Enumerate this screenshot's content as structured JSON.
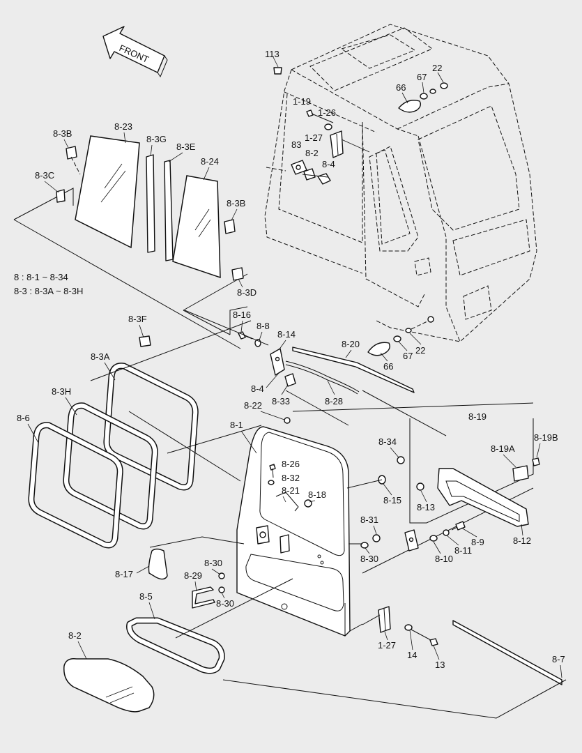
{
  "orientation": {
    "arrow_label": "FRONT"
  },
  "legend_notes": [
    "8 : 8-1 ~ 8-34",
    "8-3 : 8-3A ~ 8-3H"
  ],
  "callouts": {
    "c113": "113",
    "c66a": "66",
    "c67a": "67",
    "c22a": "22",
    "c119": "1-19",
    "c126a": "1-26",
    "c127a": "1-27",
    "c83": "83",
    "c82": "8-2",
    "c84": "8-4",
    "c83B1": "8-3B",
    "c823": "8-23",
    "c83G": "8-3G",
    "c83E": "8-3E",
    "c824": "8-24",
    "c83C": "8-3C",
    "c83B2": "8-3B",
    "c83D": "8-3D",
    "c816": "8-16",
    "c88": "8-8",
    "c814": "8-14",
    "c820": "8-20",
    "c833": "8-33",
    "c828": "8-28",
    "c66b": "66",
    "c67b": "67",
    "c22b": "22",
    "c83F": "8-3F",
    "c83A": "8-3A",
    "c83H": "8-3H",
    "c86": "8-6",
    "c822": "8-22",
    "c81": "8-1",
    "c819": "8-19",
    "c819A": "8-19A",
    "c819B": "8-19B",
    "c834": "8-34",
    "c815": "8-15",
    "c813": "8-13",
    "c826": "8-26",
    "c832": "8-32",
    "c821": "8-21",
    "c818": "8-18",
    "c831": "8-31",
    "c830a": "8-30",
    "c89": "8-9",
    "c811": "8-11",
    "c810": "8-10",
    "c812": "8-12",
    "c817": "8-17",
    "c830b": "8-30",
    "c829": "8-29",
    "c830c": "8-30",
    "c85": "8-5",
    "c127b": "1-27",
    "c14": "14",
    "c13": "13",
    "c87": "8-7"
  }
}
